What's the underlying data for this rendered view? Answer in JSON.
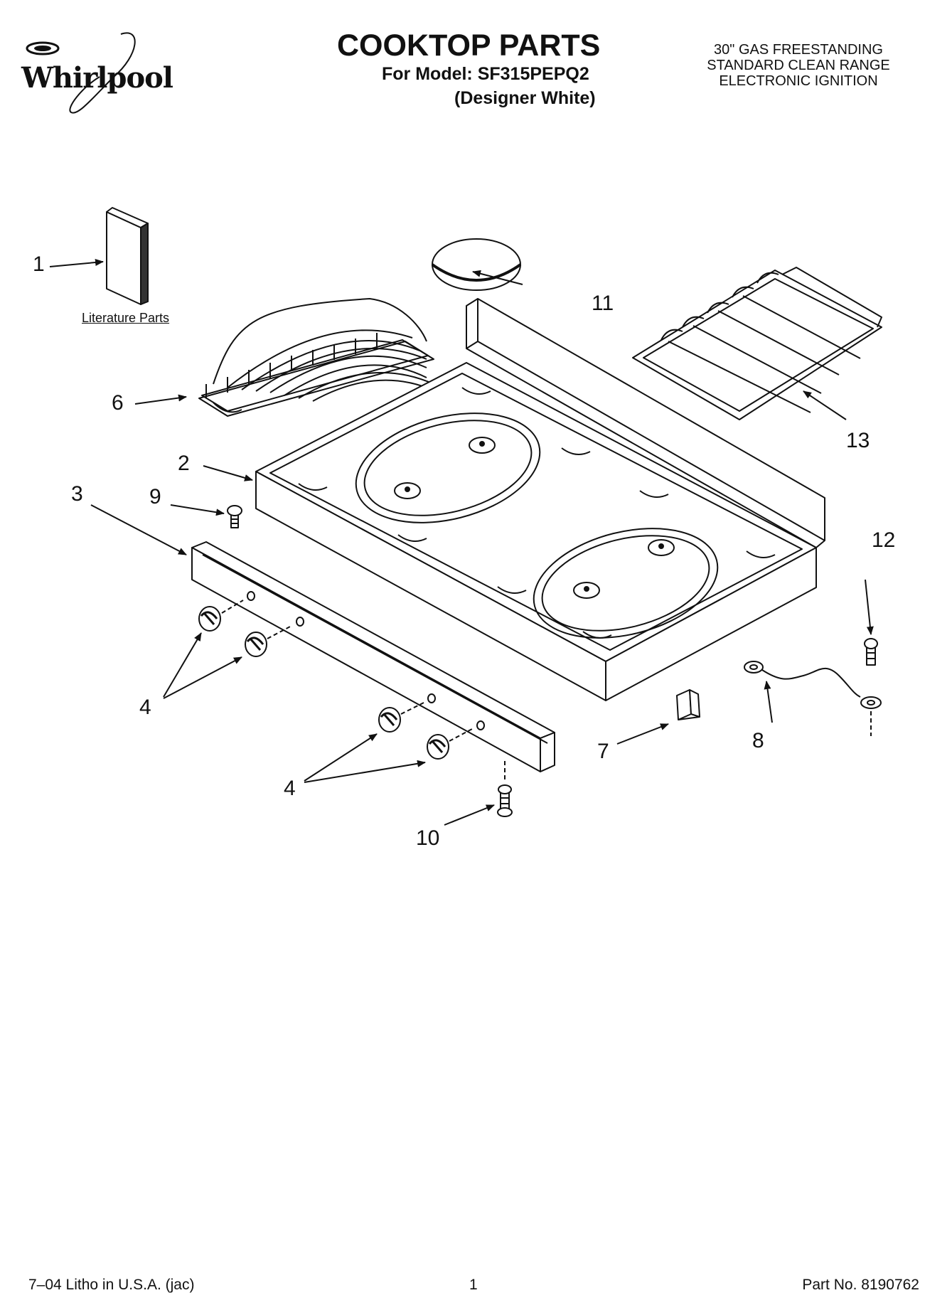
{
  "header": {
    "brand": "Whirlpool",
    "title": "COOKTOP PARTS",
    "model_line": "For Model: SF315PEPQ2",
    "variant": "(Designer White)",
    "description": [
      "30\" GAS FREESTANDING",
      "STANDARD CLEAN RANGE",
      "ELECTRONIC IGNITION"
    ]
  },
  "labels": {
    "literature": "Literature Parts"
  },
  "callouts": [
    "1",
    "2",
    "3",
    "4",
    "4",
    "6",
    "7",
    "8",
    "9",
    "10",
    "11",
    "12",
    "13"
  ],
  "footer": {
    "left": "7–04 Litho in U.S.A. (jac)",
    "page": "1",
    "part_no": "Part No. 8190762"
  }
}
